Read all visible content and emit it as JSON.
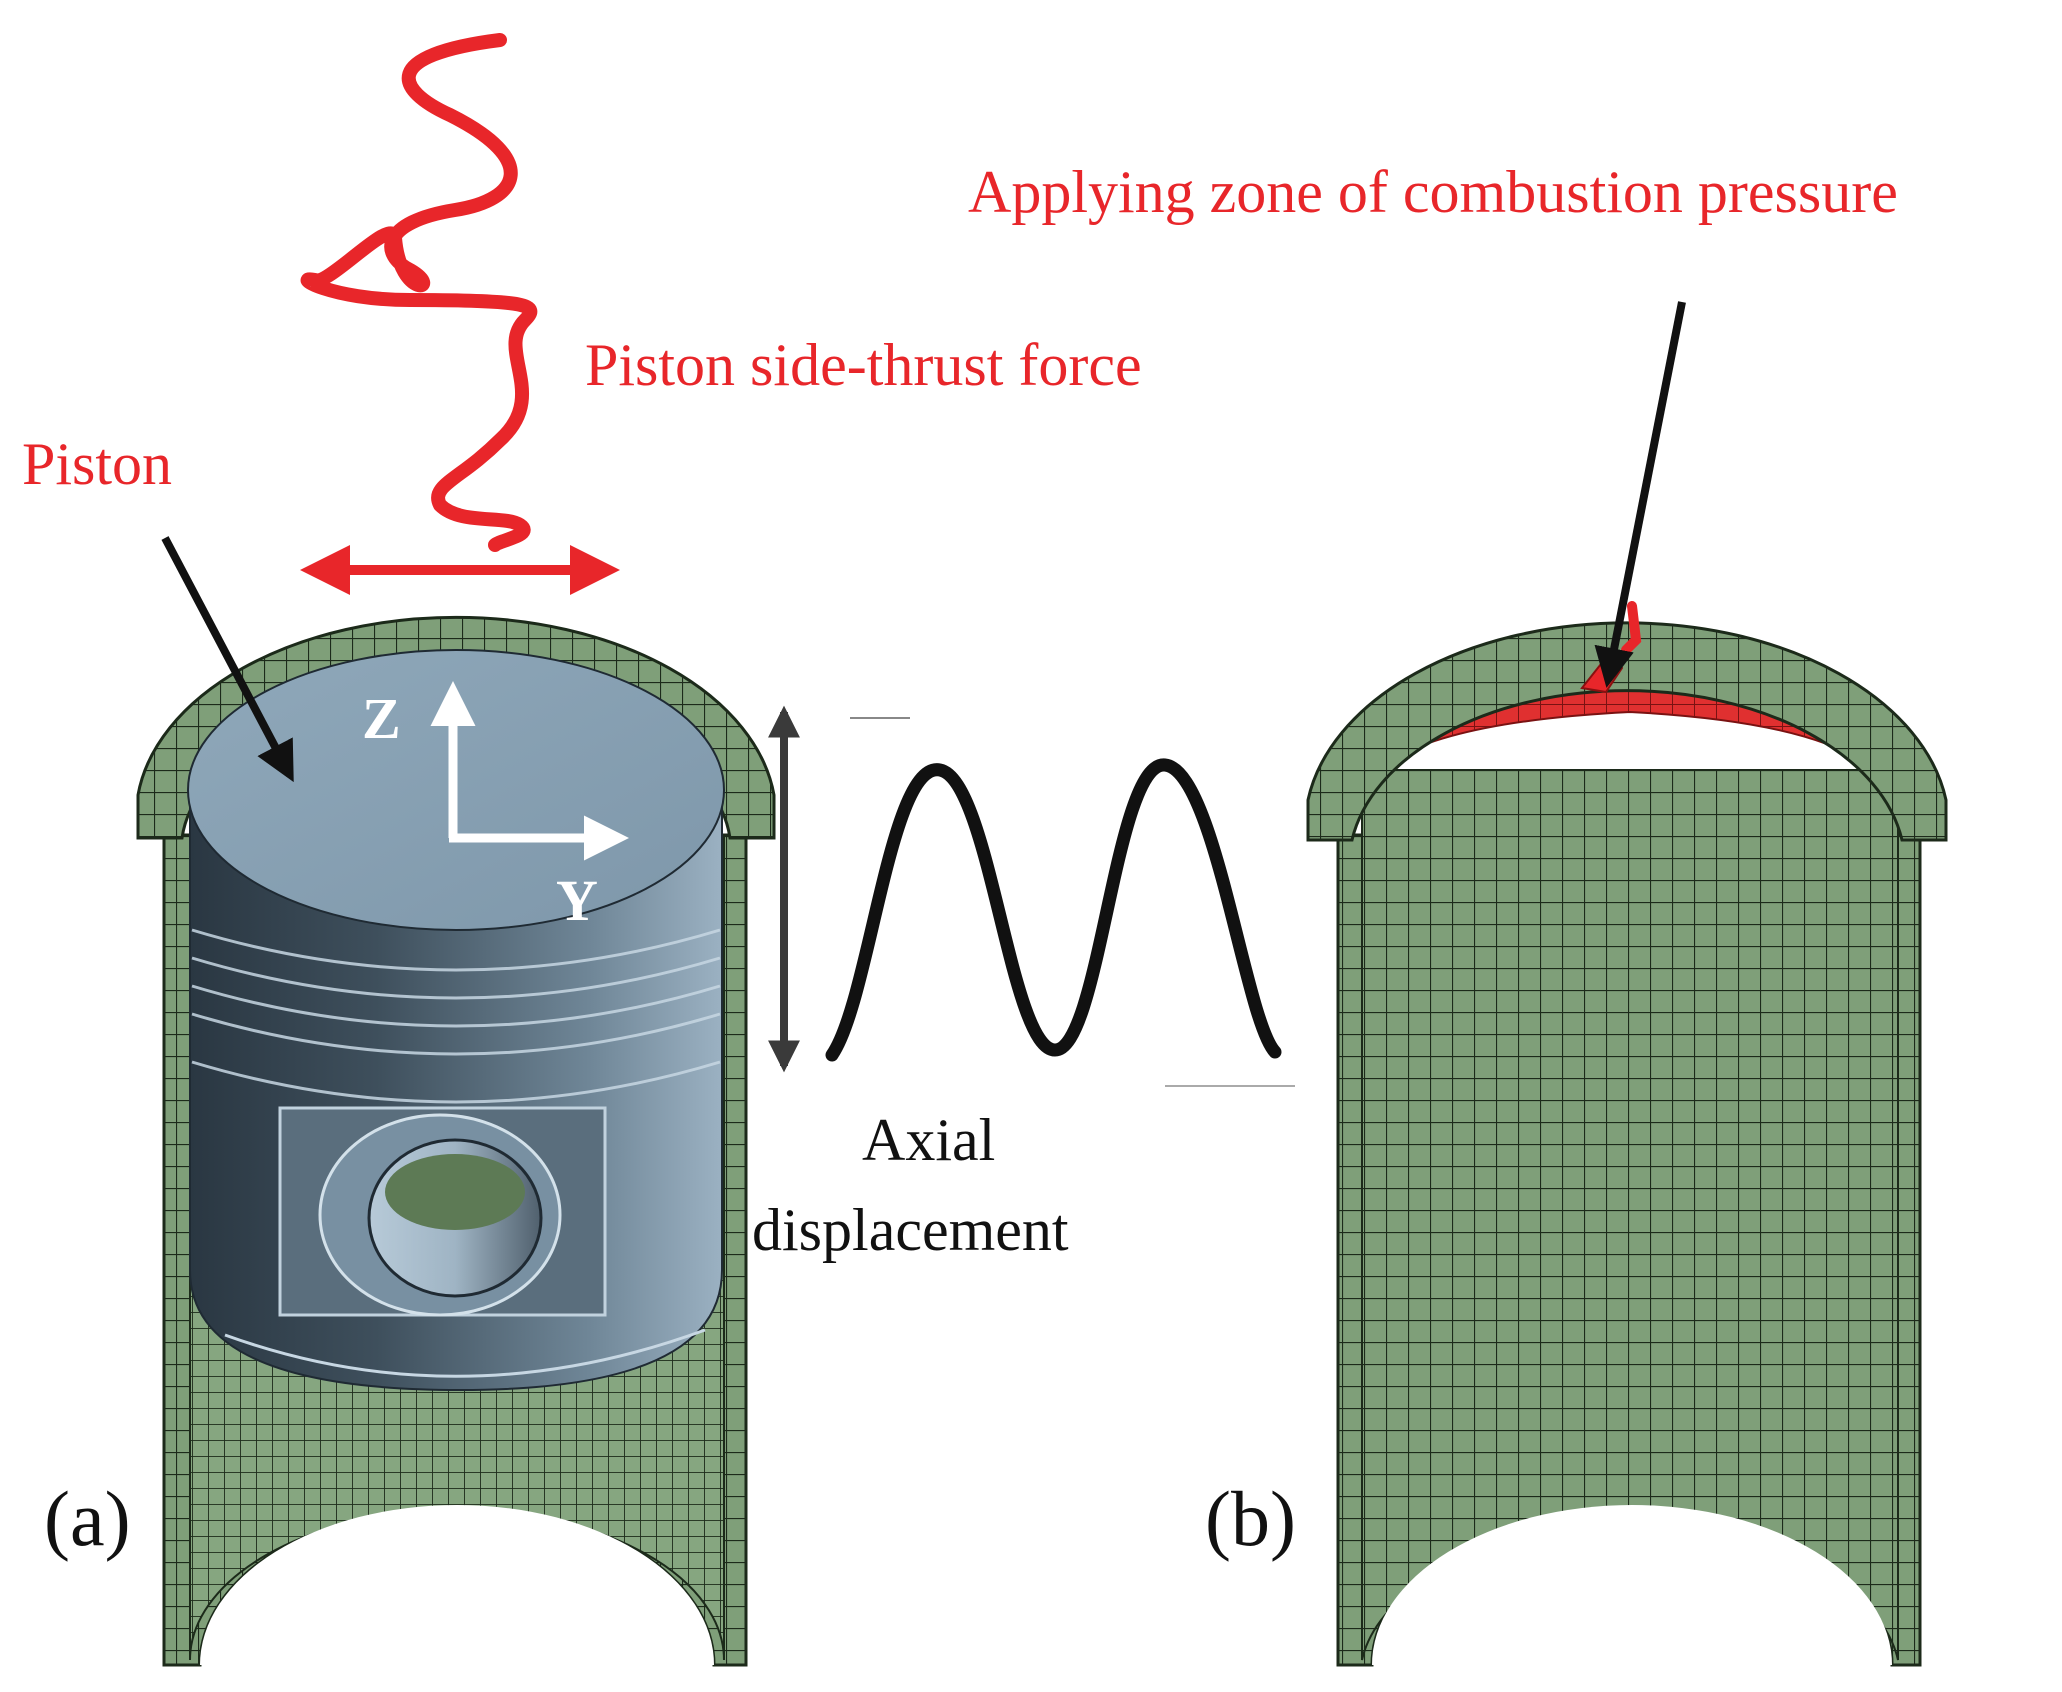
{
  "labels": {
    "piston": "Piston",
    "side_thrust": "Piston side-thrust force",
    "combustion": "Applying zone of combustion pressure",
    "axial_line1": "Axial",
    "axial_line2": "displacement",
    "axis_z": "Z",
    "axis_y": "Y",
    "panel_a": "(a)",
    "panel_b": "(b)"
  },
  "colors": {
    "mesh_fill": "#7f9f79",
    "mesh_line": "#1c2a1a",
    "piston_top": "#8aa3b5",
    "piston_body": "#5e7180",
    "piston_dark": "#2e3c47",
    "annotation_red": "#e8262a",
    "arrow_black": "#111111",
    "arrow_grey": "#3a3a3a",
    "pressure_zone": "#e03030"
  },
  "icons": {
    "side_force_arrow": "double-arrow-horizontal-red",
    "axial_arrow": "double-arrow-vertical-grey",
    "pointer_arrows": "arrow-black"
  }
}
